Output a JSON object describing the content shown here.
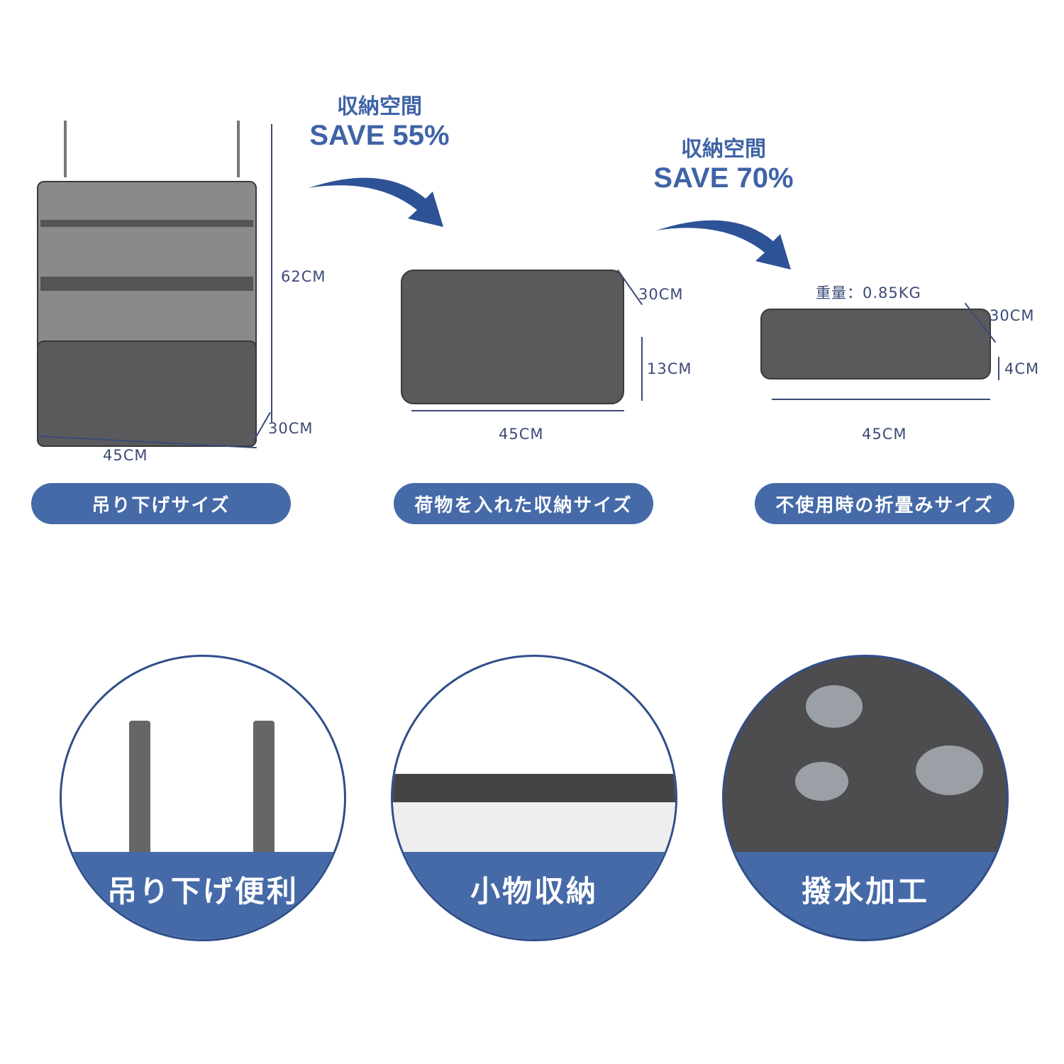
{
  "headlines": [
    {
      "label": "収納空間",
      "save": "SAVE 55%"
    },
    {
      "label": "収納空間",
      "save": "SAVE 70%"
    }
  ],
  "hanging": {
    "height": "62CM",
    "depth": "30CM",
    "width": "45CM",
    "caption": "吊り下げサイズ"
  },
  "packed": {
    "depth": "30CM",
    "height": "13CM",
    "width": "45CM",
    "caption": "荷物を入れた収納サイズ"
  },
  "folded": {
    "weight": "重量：0.85KG",
    "depth": "30CM",
    "height": "4CM",
    "width": "45CM",
    "caption": "不使用時の折畳みサイズ"
  },
  "features": [
    "吊り下げ便利",
    "小物収納",
    "撥水加工"
  ],
  "colors": {
    "accent": "#466aa8",
    "text": "#3c4a78",
    "product": "#5a5a5c"
  }
}
